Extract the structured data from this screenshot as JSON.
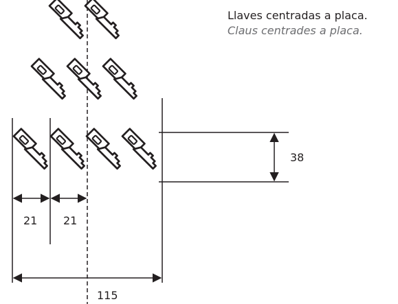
{
  "caption": {
    "line_es": "Llaves centradas a placa.",
    "line_ca": "Claus centrades a placa."
  },
  "dimensions": {
    "key_spacing_left": "21",
    "key_spacing_right": "21",
    "total_width": "115",
    "row_height": "38"
  },
  "keys": {
    "rows": [
      2,
      3,
      4
    ]
  },
  "colors": {
    "line": "#231f20",
    "caption_secondary": "#6d6e71"
  }
}
